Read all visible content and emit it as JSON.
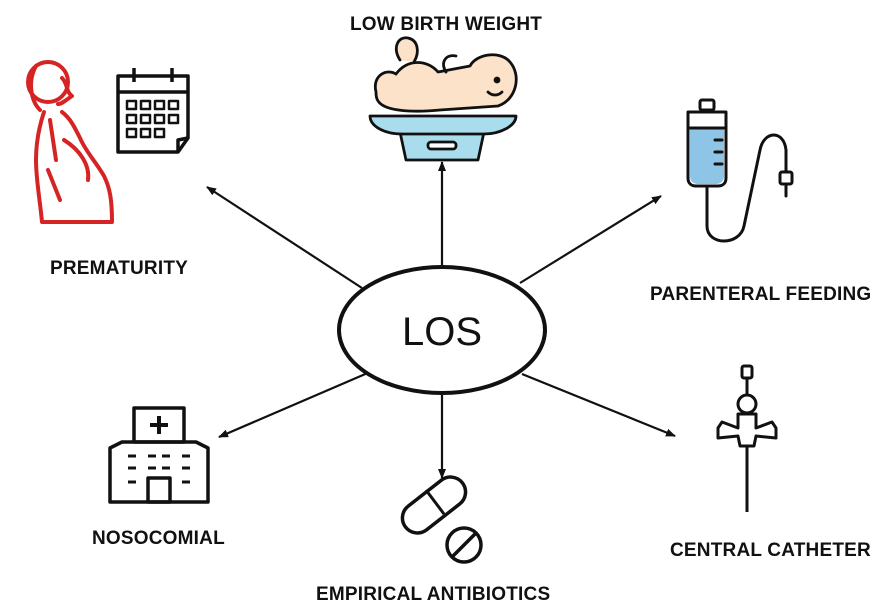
{
  "center": {
    "label": "LOS"
  },
  "factors": {
    "low_birth_weight": "LOW BIRTH WEIGHT",
    "prematurity": "PREMATURITY",
    "parenteral_feeding": "PARENTERAL FEEDING",
    "nosocomial": "NOSOCOMIAL",
    "empirical_antibiotics": "EMPIRICAL ANTIBIOTICS",
    "central_catheter": "CENTRAL CATHETER"
  },
  "icons": {
    "low_birth_weight": "baby-on-scale-icon",
    "prematurity": "pregnant-woman-icon",
    "calendar": "calendar-icon",
    "parenteral_feeding": "iv-drip-bag-icon",
    "nosocomial": "hospital-building-icon",
    "empirical_antibiotics": "pills-capsule-icon",
    "central_catheter": "central-catheter-icon"
  },
  "colors": {
    "pregnant_icon": "#d62424",
    "iv_fluid": "#8ec5e6",
    "scale": "#a9dcec",
    "baby_skin": "#fbe2c8",
    "line": "#111111"
  }
}
